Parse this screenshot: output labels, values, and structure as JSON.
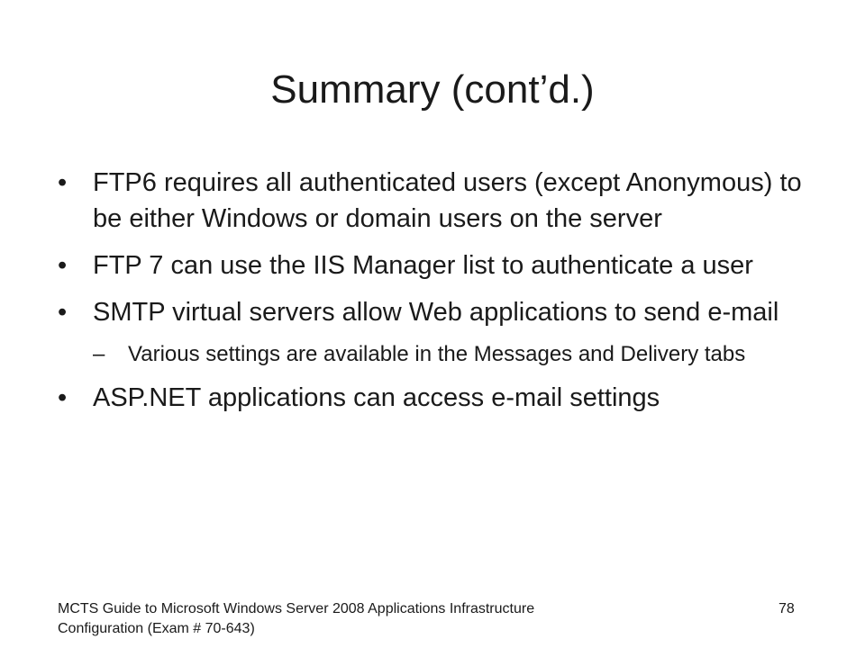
{
  "slide": {
    "title": "Summary (cont’d.)",
    "bullet_glyph": "•",
    "sub_bullet_glyph": "–",
    "bullets": [
      {
        "text": "FTP6 requires all authenticated users (except Anonymous) to be either Windows or domain users on the server"
      },
      {
        "text": "FTP 7 can use the IIS Manager list to authenticate a user"
      },
      {
        "text": "SMTP virtual servers allow Web applications to send e-mail",
        "sub": [
          {
            "text": "Various settings are available in the Messages and Delivery tabs"
          }
        ]
      },
      {
        "text": "ASP.NET applications can access e-mail settings"
      }
    ],
    "footer": {
      "text": "MCTS Guide to Microsoft Windows Server 2008 Applications Infrastructure Configuration (Exam # 70-643)",
      "page_number": "78"
    }
  }
}
